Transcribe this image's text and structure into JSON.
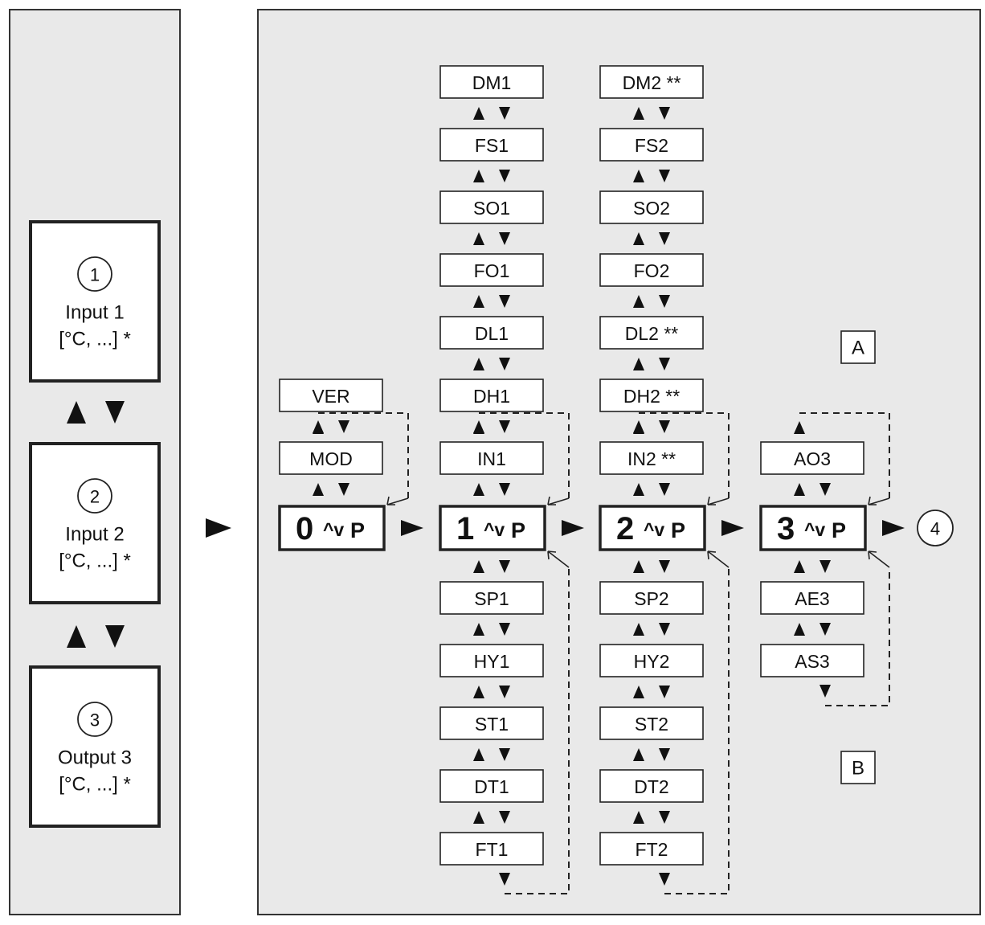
{
  "left_panel": {
    "blocks": [
      {
        "marker": "1",
        "line1": "Input 1",
        "line2": "[°C, ...] *"
      },
      {
        "marker": "2",
        "line1": "Input 2",
        "line2": "[°C, ...] *"
      },
      {
        "marker": "3",
        "line1": "Output 3",
        "line2": "[°C, ...] *"
      }
    ]
  },
  "columns": [
    {
      "state": "0",
      "upper": [
        "VER",
        "MOD"
      ],
      "lower": []
    },
    {
      "state": "1",
      "upper": [
        "DM1",
        "FS1",
        "SO1",
        "FO1",
        "DL1",
        "DH1",
        "IN1"
      ],
      "lower": [
        "SP1",
        "HY1",
        "ST1",
        "DT1",
        "FT1"
      ]
    },
    {
      "state": "2",
      "upper": [
        "DM2 **",
        "FS2",
        "SO2",
        "FO2",
        "DL2 **",
        "DH2 **",
        "IN2 **"
      ],
      "lower": [
        "SP2",
        "HY2",
        "ST2",
        "DT2",
        "FT2"
      ]
    },
    {
      "state": "3",
      "upper": [
        "AO3"
      ],
      "lower": [
        "AE3",
        "AS3"
      ]
    }
  ],
  "state_suffix_arrows": "^v",
  "state_suffix_letter": "P",
  "exit_marker": "4",
  "labels": {
    "upper_region": "A",
    "lower_region": "B"
  }
}
